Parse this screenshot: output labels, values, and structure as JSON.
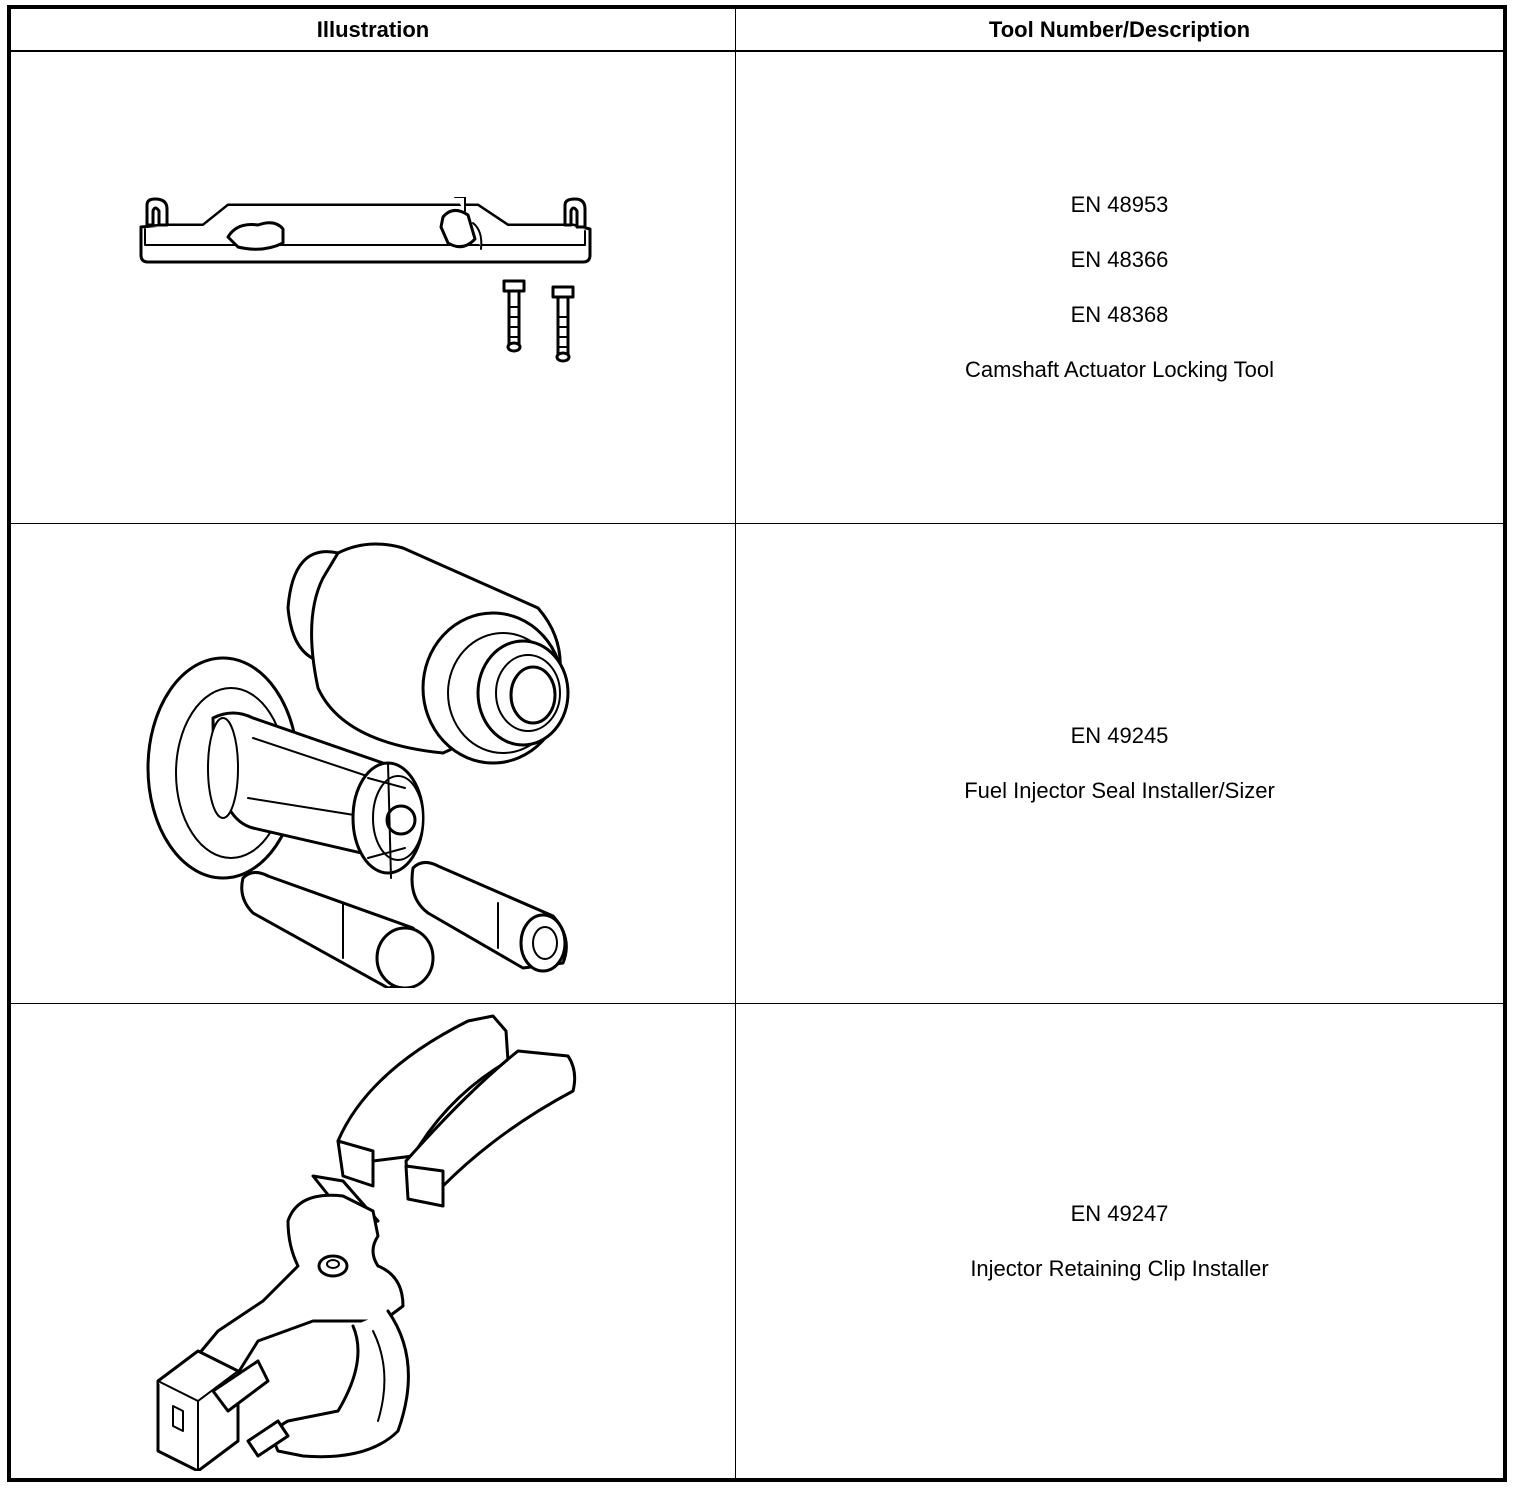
{
  "table": {
    "headers": [
      "Illustration",
      "Tool Number/Description"
    ],
    "rows": [
      {
        "illustration_icon": "camshaft-actuator-locking-tool-icon",
        "lines": [
          "EN 48953",
          "EN 48366",
          "EN 48368",
          "Camshaft Actuator Locking Tool"
        ]
      },
      {
        "illustration_icon": "fuel-injector-seal-installer-icon",
        "lines": [
          "EN 49245",
          "Fuel Injector Seal Installer/Sizer"
        ]
      },
      {
        "illustration_icon": "injector-clip-installer-icon",
        "lines": [
          "EN 49247",
          "Injector Retaining Clip Installer"
        ]
      }
    ]
  }
}
